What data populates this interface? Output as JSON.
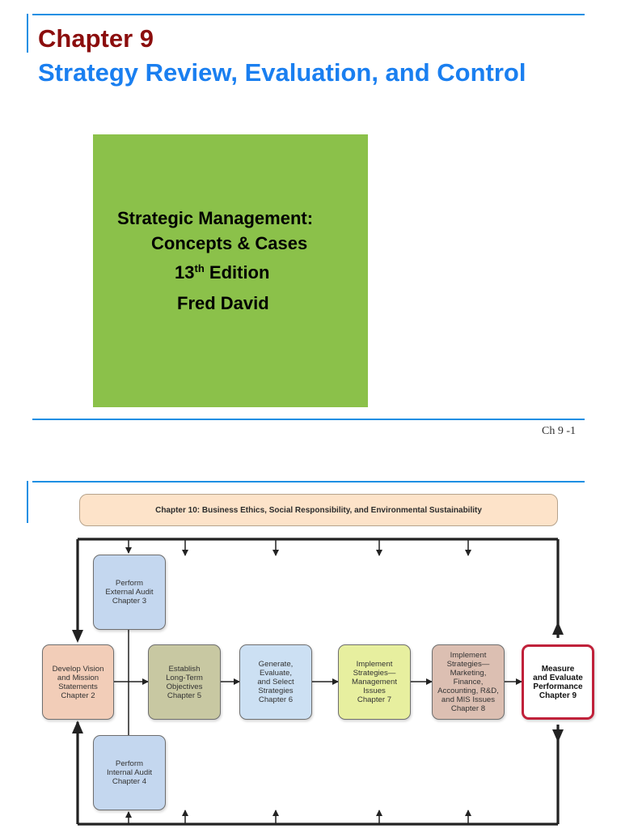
{
  "slide1": {
    "chapter_label": "Chapter 9",
    "chapter_title": "Strategy Review, Evaluation, and Control",
    "cover": {
      "line1": "Strategic Management:",
      "line2": "Concepts & Cases",
      "edition_number": "13",
      "edition_suffix": "th",
      "edition_word": "Edition",
      "author": "Fred David"
    },
    "page_number": "Ch 9 -1"
  },
  "slide2": {
    "colors": {
      "external": "#c4d7ef",
      "vision": "#f2cdb8",
      "objectives": "#c8c8a2",
      "strategies": "#cce0f3",
      "management": "#e7ef9f",
      "marketing": "#dcbfb2",
      "measure_border": "#c0213a",
      "banner": "#fde3c9"
    },
    "banner": "Chapter 10: Business Ethics, Social Responsibility, and Environmental Sustainability",
    "boxes": {
      "external_audit": "Perform\nExternal Audit\nChapter 3",
      "internal_audit": "Perform\nInternal Audit\nChapter 4",
      "vision": "Develop Vision\nand Mission\nStatements\nChapter 2",
      "objectives": "Establish\nLong-Term\nObjectives\nChapter 5",
      "strategies": "Generate,\nEvaluate,\nand Select\nStrategies\nChapter 6",
      "management": "Implement\nStrategies—\nManagement\nIssues\nChapter 7",
      "marketing": "Implement\nStrategies—\nMarketing,\nFinance,\nAccounting, R&D,\nand MIS Issues\nChapter 8",
      "measure": "Measure\nand Evaluate\nPerformance\nChapter 9"
    }
  }
}
